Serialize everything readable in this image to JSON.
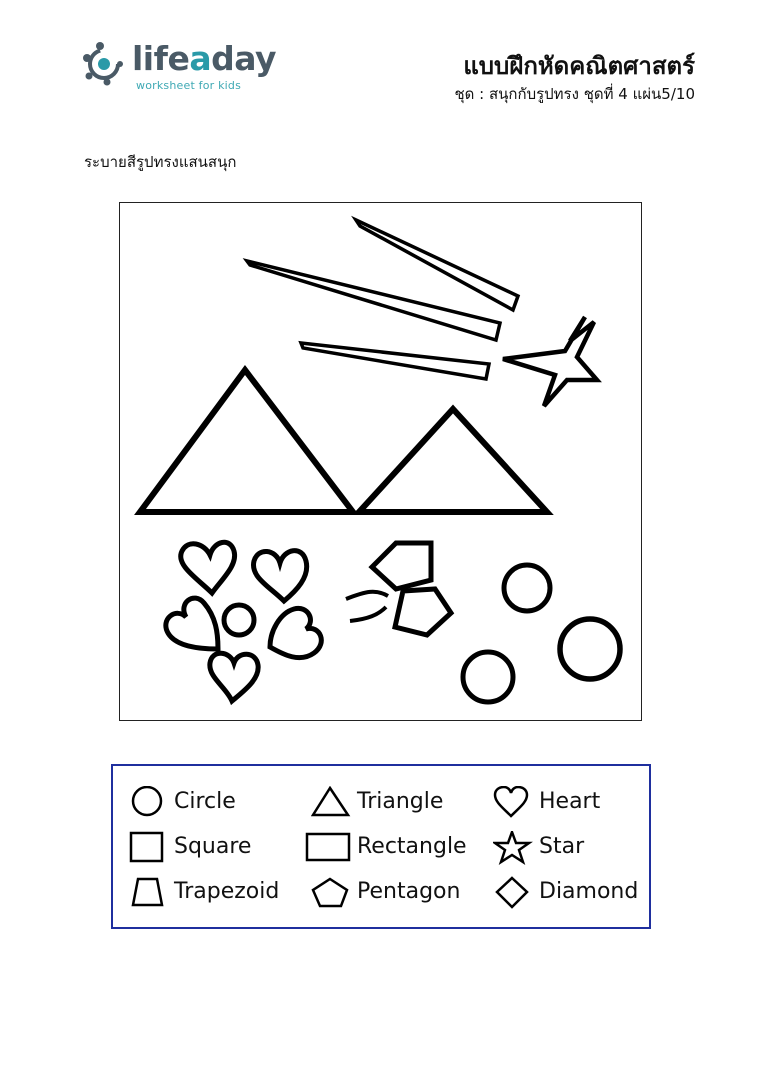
{
  "brand": {
    "name_prefix": "life",
    "name_accent": "a",
    "name_suffix": "day",
    "tagline": "worksheet for kids",
    "colors": {
      "dark": "#4a5a66",
      "accent": "#2a9aa8"
    }
  },
  "header": {
    "title": "แบบฝึกหัดคณิตศาสตร์",
    "subtitle": "ชุด : สนุกกับรูปทรง  ชุดที่ 4 แผ่น5/10"
  },
  "instruction": "ระบายสีรูปทรงแสนสนุก",
  "legend": {
    "border_color": "#1f2f9e",
    "items": [
      {
        "icon": "circle-icon",
        "label": "Circle"
      },
      {
        "icon": "triangle-icon",
        "label": "Triangle"
      },
      {
        "icon": "heart-icon",
        "label": "Heart"
      },
      {
        "icon": "square-icon",
        "label": "Square"
      },
      {
        "icon": "rectangle-icon",
        "label": "Rectangle"
      },
      {
        "icon": "star-icon",
        "label": "Star"
      },
      {
        "icon": "trapezoid-icon",
        "label": "Trapezoid"
      },
      {
        "icon": "pentagon-icon",
        "label": "Pentagon"
      },
      {
        "icon": "diamond-icon",
        "label": "Diamond"
      }
    ]
  }
}
